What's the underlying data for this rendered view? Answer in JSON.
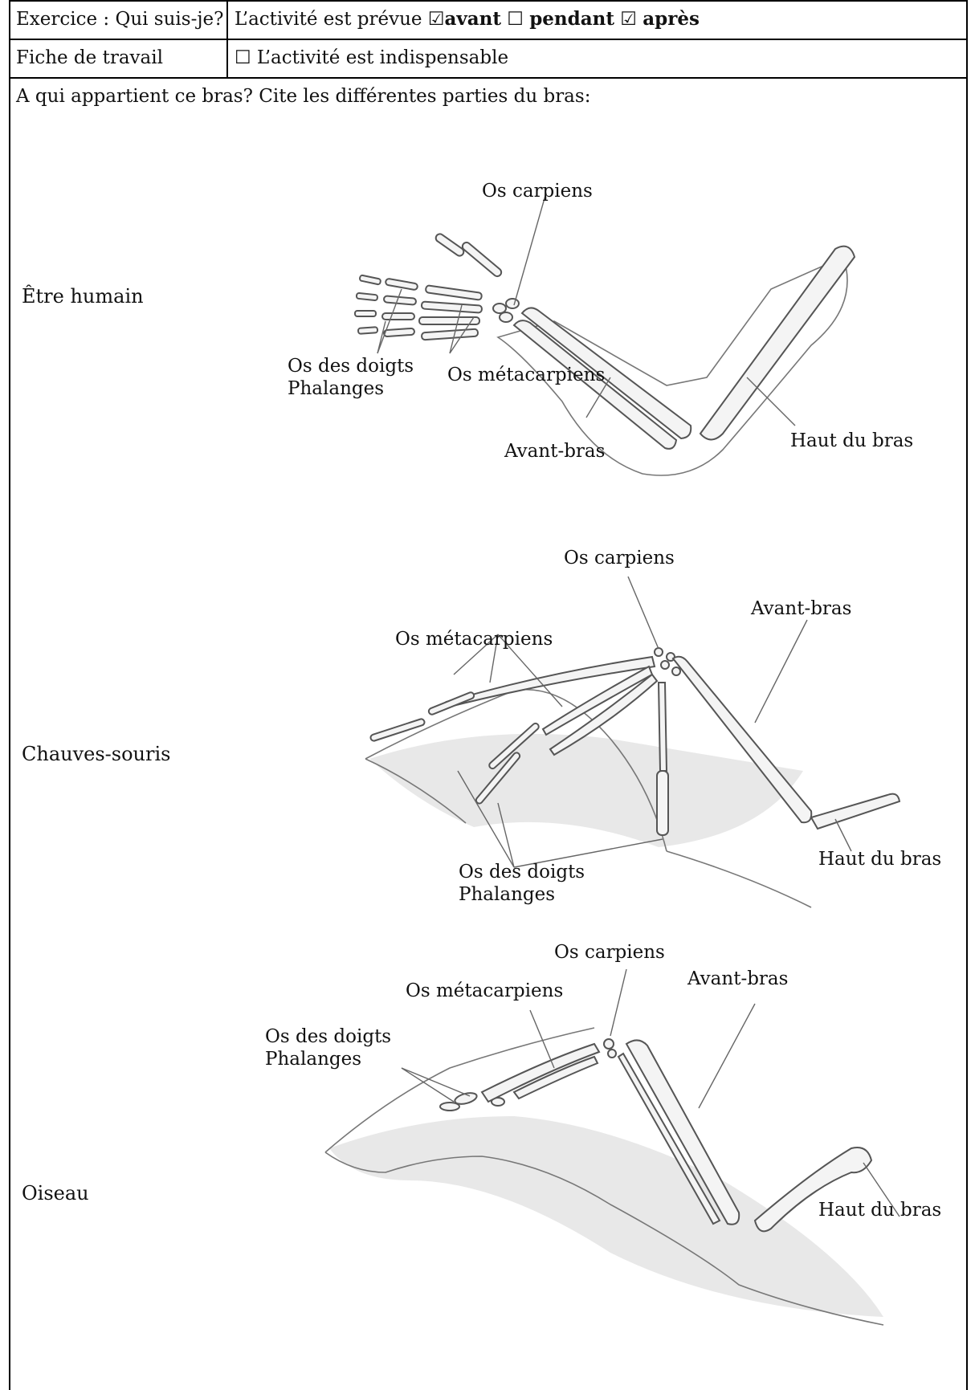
{
  "header": {
    "exercise": "Exercice : Qui suis-je?",
    "timing_prefix": "L’activité est prévue ",
    "box_checked_1": "☑",
    "opt_before": "avant",
    "box_unchecked": " ☐ ",
    "opt_during": "pendant",
    "box_checked_2": " ☑ ",
    "opt_after": "après",
    "worksheet": "Fiche de travail",
    "indispensable": "☐ L’activité est indispensable"
  },
  "question": "A qui appartient ce bras? Cite les différentes parties du bras:",
  "human": {
    "animal": "Être humain",
    "carpals": "Os carpiens",
    "fingers_line1": "Os des doigts",
    "fingers_line2": "Phalanges",
    "metacarpals": "Os métacarpiens",
    "forearm": "Avant-bras",
    "upper_arm": "Haut du bras"
  },
  "bat": {
    "animal": "Chauves-souris",
    "carpals": "Os carpiens",
    "forearm": "Avant-bras",
    "metacarpals": "Os métacarpiens",
    "fingers_line1": "Os des doigts",
    "fingers_line2": "Phalanges",
    "upper_arm": "Haut du bras"
  },
  "bird": {
    "animal": "Oiseau",
    "carpals": "Os carpiens",
    "metacarpals": "Os métacarpiens",
    "forearm": "Avant-bras",
    "fingers_line1": "Os des doigts",
    "fingers_line2": "Phalanges",
    "upper_arm": "Haut du bras"
  }
}
